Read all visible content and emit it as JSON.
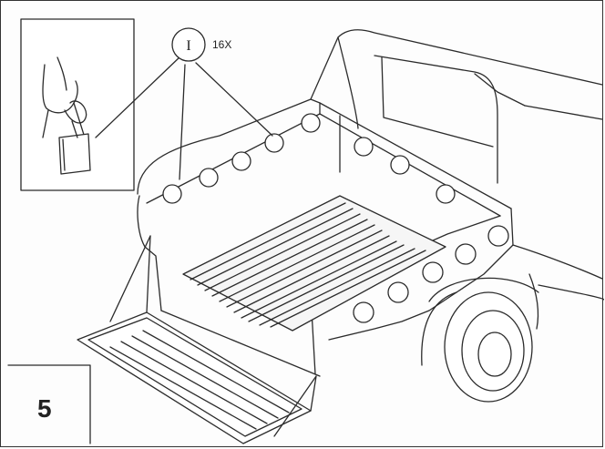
{
  "step": {
    "number": "5"
  },
  "callout": {
    "marker": "I",
    "quantity": "16X"
  },
  "colors": {
    "line": "#2b2b2b",
    "background": "#fdfdfd",
    "fill_light": "#f4f4f4",
    "fill_mid": "#e6e6e6"
  }
}
